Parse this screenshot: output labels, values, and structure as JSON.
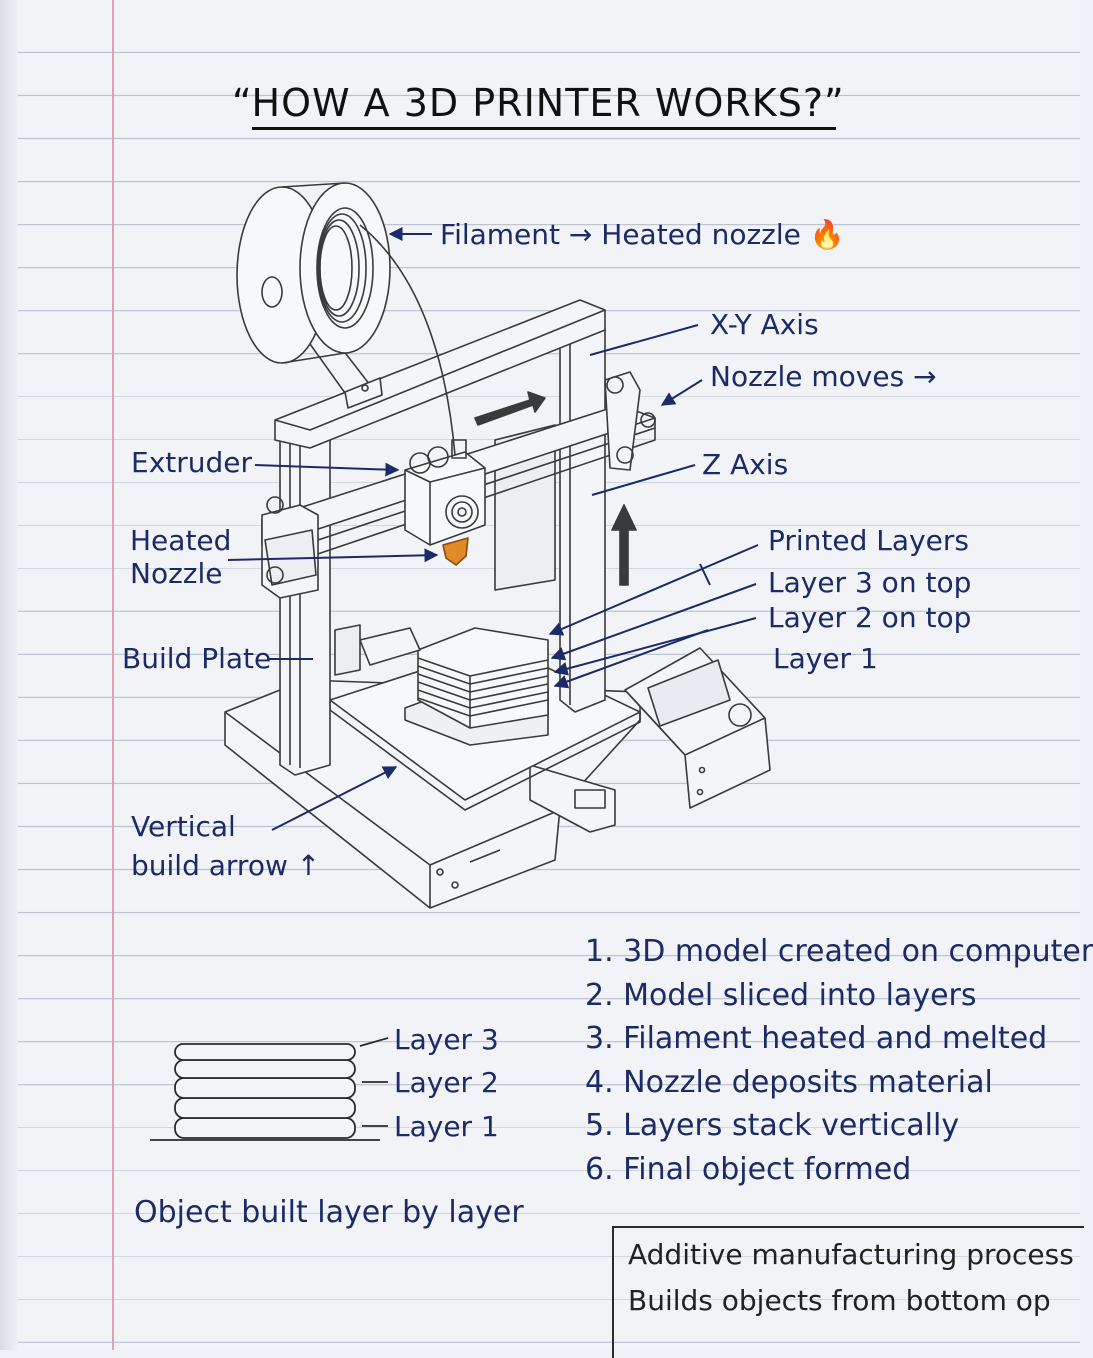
{
  "title": "“HOW A 3D PRINTER WORKS?”",
  "labels": {
    "filament": "Filament → Heated nozzle 🔥",
    "xy_axis": "X-Y Axis",
    "nozzle_moves": "Nozzle moves →",
    "extruder": "Extruder",
    "z_axis": "Z Axis",
    "heated_nozzle_1": "Heated",
    "heated_nozzle_2": "Nozzle",
    "printed_layers": "Printed Layers",
    "layer3_on_top": "Layer 3 on top",
    "layer2_on_top": "Layer 2 on top",
    "layer1": "Layer 1",
    "build_plate": "Build Plate",
    "vertical_1": "Vertical",
    "vertical_2": "build arrow ↑"
  },
  "stack": {
    "layer3": "Layer 3",
    "layer2": "Layer 2",
    "layer1": "Layer 1",
    "caption": "Object built layer by layer"
  },
  "steps": [
    "1. 3D model created on computer",
    "2. Model sliced into layers",
    "3. Filament heated and melted",
    "4. Nozzle deposits material",
    "5. Layers stack vertically",
    "6. Final object formed"
  ],
  "summary": {
    "line1": "Additive manufacturing process",
    "line2": "Builds objects from bottom op"
  },
  "colors": {
    "ink_blue": "#1c2a66",
    "pencil": "#3a3a3a",
    "nozzle": "#e08a2a",
    "margin_line": "#dba3b4"
  }
}
